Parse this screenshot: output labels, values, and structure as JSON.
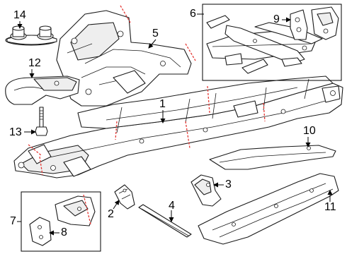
{
  "accent_cut_color": "#e53935",
  "callouts": {
    "c1": "1",
    "c2": "2",
    "c3": "3",
    "c4": "4",
    "c5": "5",
    "c6": "6",
    "c7": "7",
    "c8": "8",
    "c9": "9",
    "c10": "10",
    "c11": "11",
    "c12": "12",
    "c13": "13",
    "c14": "14"
  }
}
